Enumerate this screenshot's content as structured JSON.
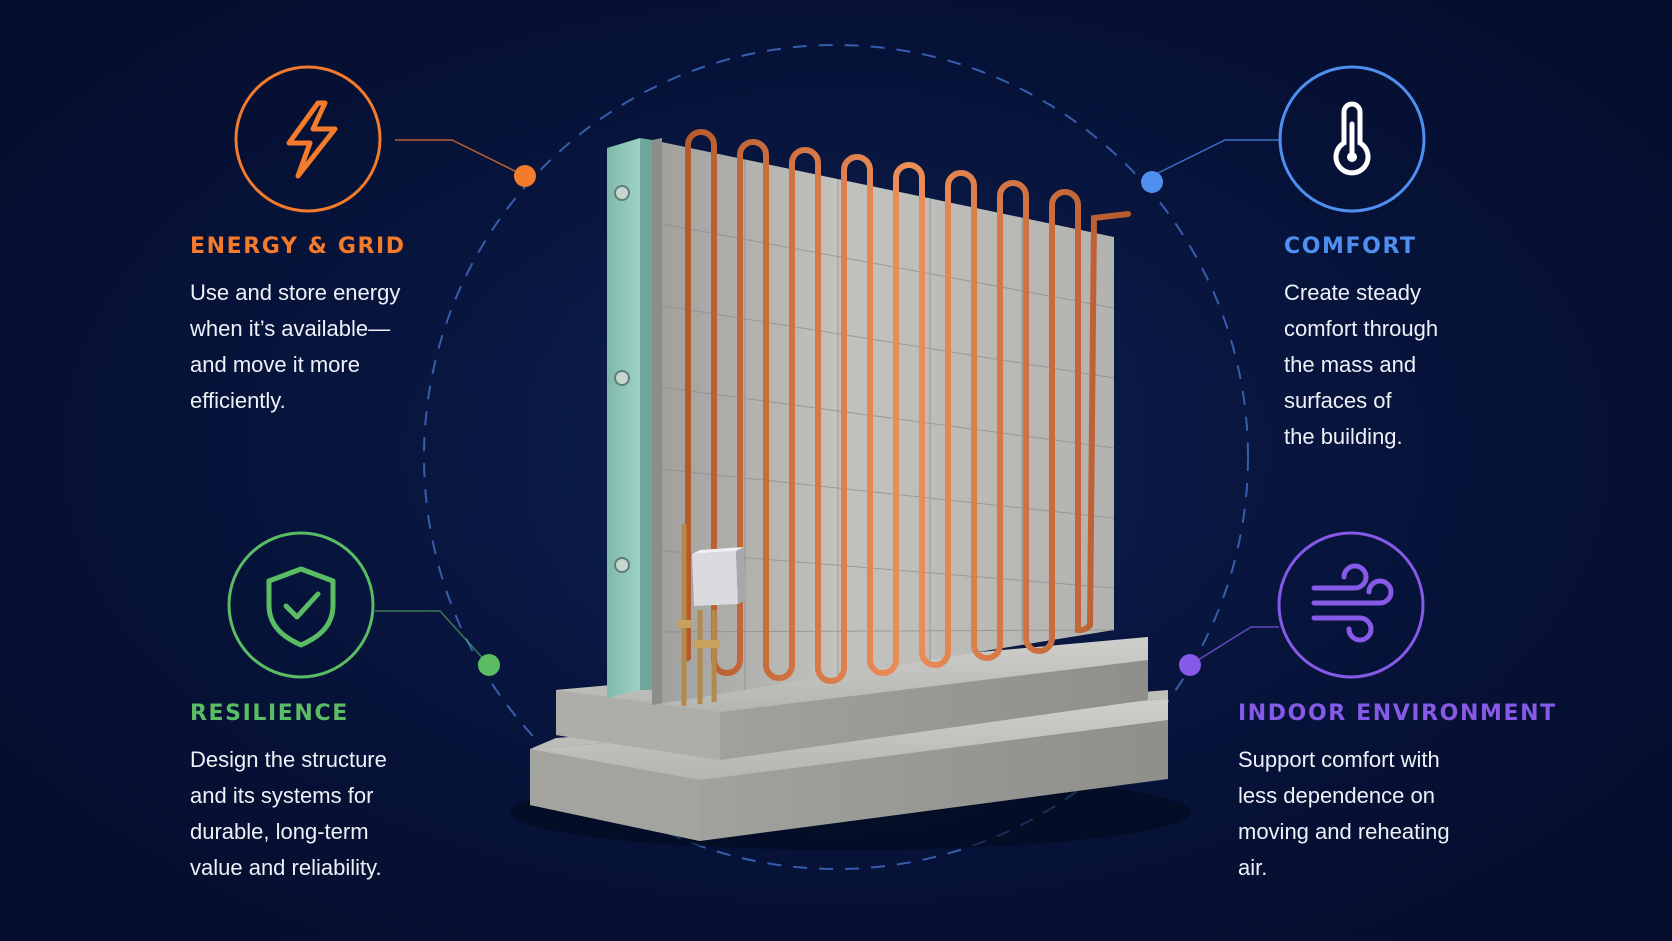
{
  "features": {
    "energy": {
      "title": "ENERGY & GRID",
      "lines": [
        "Use and store energy",
        "when it’s available—",
        "and move it more",
        "efficiently."
      ],
      "icon": "lightning-bolt-icon",
      "color": "#f47a2c"
    },
    "comfort": {
      "title": "COMFORT",
      "lines": [
        "Create steady",
        "comfort through",
        "the mass and",
        "surfaces of",
        "the building."
      ],
      "icon": "thermometer-icon",
      "color": "#4f8ff0"
    },
    "resilience": {
      "title": "RESILIENCE",
      "lines": [
        "Design the structure",
        "and its systems for",
        "durable, long-term",
        "value and reliability."
      ],
      "icon": "shield-check-icon",
      "color": "#5bbd63"
    },
    "indoor": {
      "title": "INDOOR ENVIRONMENT",
      "lines": [
        "Support comfort with",
        "less dependence on",
        "moving and reheating",
        "air."
      ],
      "icon": "wind-icon",
      "color": "#8659e6"
    }
  },
  "illustration": {
    "subject": "thermally-active-concrete-wall",
    "pipe_color": "#d9703c",
    "concrete_color": "#b9b9b6",
    "insulation_color": "#8fc9ba"
  },
  "background_color": "#061233"
}
